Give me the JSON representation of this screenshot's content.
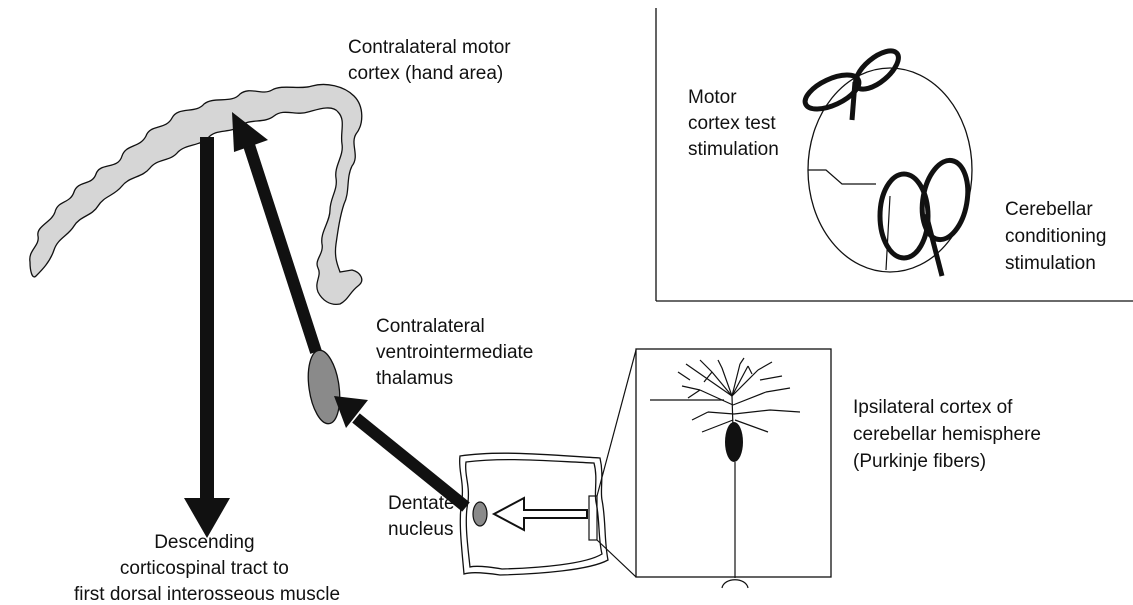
{
  "labels": {
    "motor_cortex": [
      "Contralateral motor",
      "cortex (hand area)"
    ],
    "thalamus": [
      "Contralateral",
      "ventrointermediate",
      "thalamus"
    ],
    "dentate": [
      "Dentate",
      "nucleus"
    ],
    "descending": [
      "Descending",
      "corticospinal tract to",
      "first dorsal interosseous muscle"
    ],
    "purkinje": [
      "Ipsilateral cortex of",
      "cerebellar hemisphere",
      "(Purkinje fibers)"
    ],
    "test_stim": [
      "Motor",
      "cortex test",
      "stimulation"
    ],
    "cond_stim": [
      "Cerebellar",
      "conditioning",
      "stimulation"
    ]
  },
  "colors": {
    "ink": "#111111",
    "cortex_fill": "#d6d6d6",
    "thalamus_fill": "#8a8a8a"
  }
}
